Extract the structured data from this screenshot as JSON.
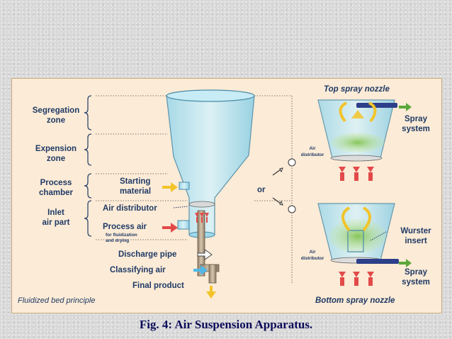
{
  "diagram": {
    "zones": {
      "segregation": [
        "Segregation",
        "zone"
      ],
      "expansion": [
        "Expension",
        "zone"
      ],
      "process": [
        "Process",
        "chamber"
      ],
      "inlet": [
        "Inlet",
        "air part"
      ]
    },
    "labels": {
      "starting_material": [
        "Starting",
        "material"
      ],
      "air_distributor": "Air distributor",
      "process_air": "Process air",
      "process_air_note": [
        "for fluidization",
        "and drying"
      ],
      "discharge_pipe": "Discharge pipe",
      "classifying_air": "Classifying air",
      "final_product": "Final product",
      "principle": "Fluidized bed principle",
      "or": "or"
    },
    "top_spray": {
      "title": "Top spray nozzle",
      "spray_system": [
        "Spray",
        "system"
      ],
      "air_distributor": [
        "Air",
        "distributor"
      ]
    },
    "bottom_spray": {
      "title": "Bottom spray nozzle",
      "wurster": [
        "Wurster",
        "insert"
      ],
      "spray_system": [
        "Spray",
        "system"
      ],
      "air_distributor": [
        "Air",
        "distributor"
      ]
    },
    "colors": {
      "panel_bg": "#fcebd6",
      "text": "#1f3a66",
      "air_arrow": "#e24a4a",
      "yellow_arrow": "#f2c42a",
      "cyan_arrow": "#4fb8e8",
      "particles": "#5aa83a"
    }
  },
  "caption": "Fig. 4: Air Suspension Apparatus."
}
